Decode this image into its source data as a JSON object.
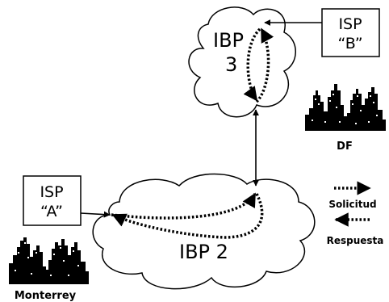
{
  "nodes": {
    "ibp3": {
      "line1": "IBP",
      "line2": "3"
    },
    "ibp2": {
      "label": "IBP 2"
    },
    "isp_a": {
      "line1": "ISP",
      "line2": "“A”"
    },
    "isp_b": {
      "line1": "ISP",
      "line2": "“B”"
    }
  },
  "cities": {
    "df": "DF",
    "monterrey": "Monterrey"
  },
  "legend": {
    "request": "Solicitud",
    "response": "Respuesta"
  }
}
